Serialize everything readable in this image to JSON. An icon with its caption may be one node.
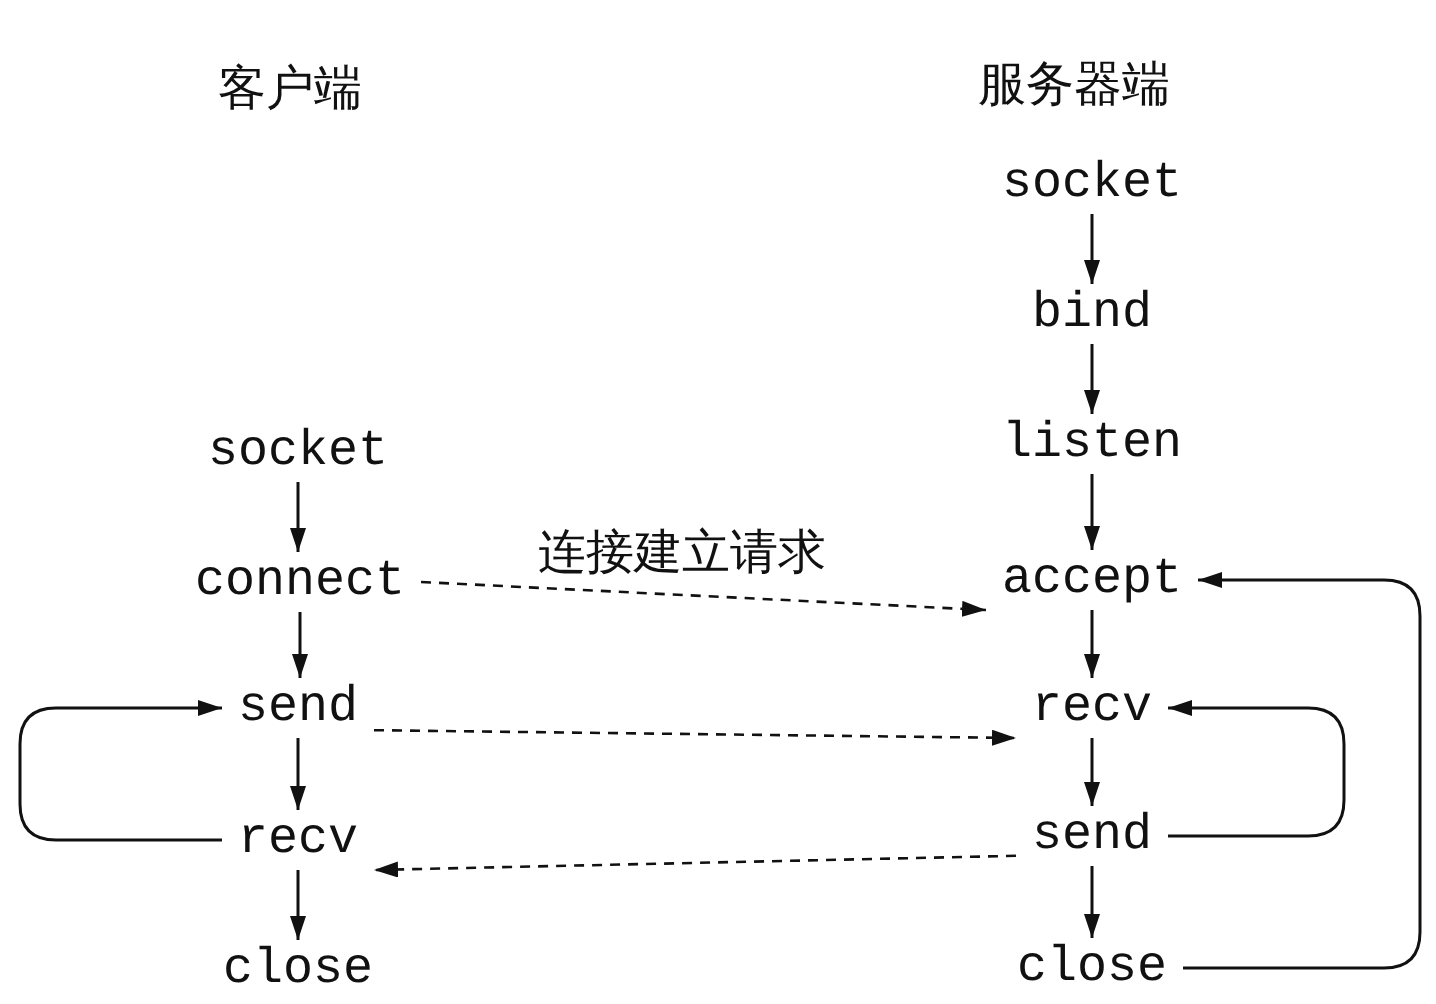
{
  "diagram": {
    "nodes": [
      {
        "text": [
          "socket"
        ]
      },
      {
        "text": [
          "connect"
        ]
      },
      {
        "text": [
          "send"
        ]
      },
      {
        "text": [
          "recv"
        ]
      },
      {
        "text": [
          "close"
        ]
      },
      {
        "text": [
          "socket"
        ]
      },
      {
        "text": [
          "bind"
        ]
      },
      {
        "text": [
          "listen"
        ]
      },
      {
        "text": [
          "accept"
        ]
      },
      {
        "text": [
          "recv"
        ]
      },
      {
        "text": [
          "send"
        ]
      },
      {
        "text": [
          "close"
        ]
      }
    ],
    "edges": [
      {
        "from": 0,
        "to": 1,
        "arrow": "to"
      },
      {
        "from": 1,
        "to": 2,
        "arrow": "to"
      },
      {
        "from": 2,
        "to": 3,
        "arrow": "to"
      },
      {
        "from": 3,
        "to": 4,
        "arrow": "to"
      },
      {
        "from": 3,
        "to": 2,
        "arrow": "to"
      },
      {
        "from": 5,
        "to": 6,
        "arrow": "to"
      },
      {
        "from": 6,
        "to": 7,
        "arrow": "to"
      },
      {
        "from": 7,
        "to": 8,
        "arrow": "to"
      },
      {
        "from": 8,
        "to": 9,
        "arrow": "to"
      },
      {
        "from": 9,
        "to": 10,
        "arrow": "to"
      },
      {
        "from": 10,
        "to": 11,
        "arrow": "to"
      },
      {
        "from": 10,
        "to": 9,
        "arrow": "to"
      },
      {
        "from": 11,
        "to": 8,
        "arrow": "to"
      },
      {
        "from": 1,
        "to": 8,
        "arrow": "to",
        "style": "dashed",
        "label": "连接建立请求"
      },
      {
        "from": 2,
        "to": 9,
        "arrow": "to",
        "style": "dashed"
      },
      {
        "from": 10,
        "to": 3,
        "arrow": "to",
        "style": "dashed"
      }
    ],
    "labels": [
      "客户端",
      "服务器端"
    ]
  }
}
